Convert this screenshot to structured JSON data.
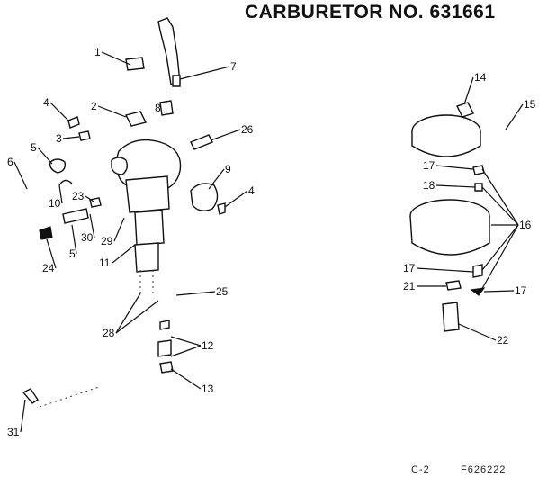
{
  "title": "CARBURETOR NO. 631661",
  "footer": {
    "left": "C-2",
    "right": "F626222"
  },
  "callouts": [
    "1",
    "2",
    "3",
    "4",
    "4",
    "5",
    "5",
    "6",
    "7",
    "8",
    "9",
    "10",
    "11",
    "12",
    "13",
    "14",
    "15",
    "16",
    "17",
    "17",
    "17",
    "18",
    "21",
    "22",
    "23",
    "24",
    "25",
    "26",
    "28",
    "29",
    "30",
    "31"
  ]
}
